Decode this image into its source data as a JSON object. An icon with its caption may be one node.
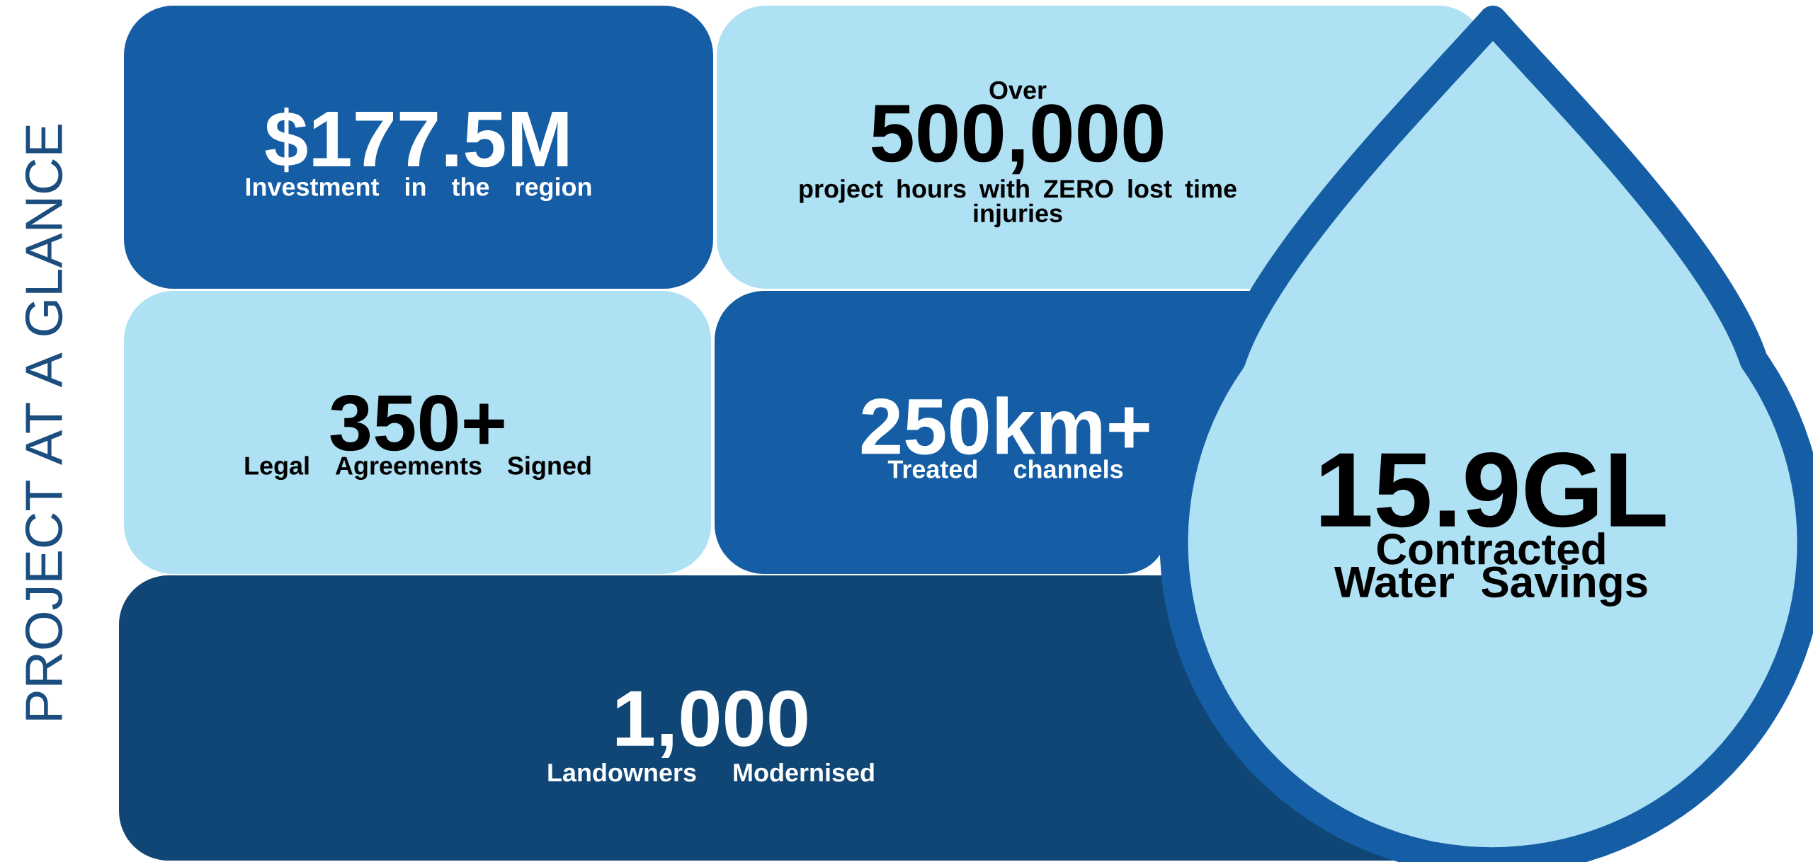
{
  "diagram": {
    "title": "PROJECT AT A GLANCE",
    "nodes": [
      {
        "text": [
          "$177.5M",
          "Investment in the region"
        ]
      },
      {
        "text": [
          "Over",
          "500,000",
          "project hours with ZERO lost time injuries"
        ]
      },
      {
        "text": [
          "350+",
          "Legal Agreements Signed"
        ]
      },
      {
        "text": [
          "250km+",
          "Treated channels"
        ]
      },
      {
        "text": [
          "15.9GL",
          "Contracted Water Savings"
        ]
      },
      {
        "text": [
          "1,000",
          "Landowners Modernised"
        ]
      }
    ]
  }
}
